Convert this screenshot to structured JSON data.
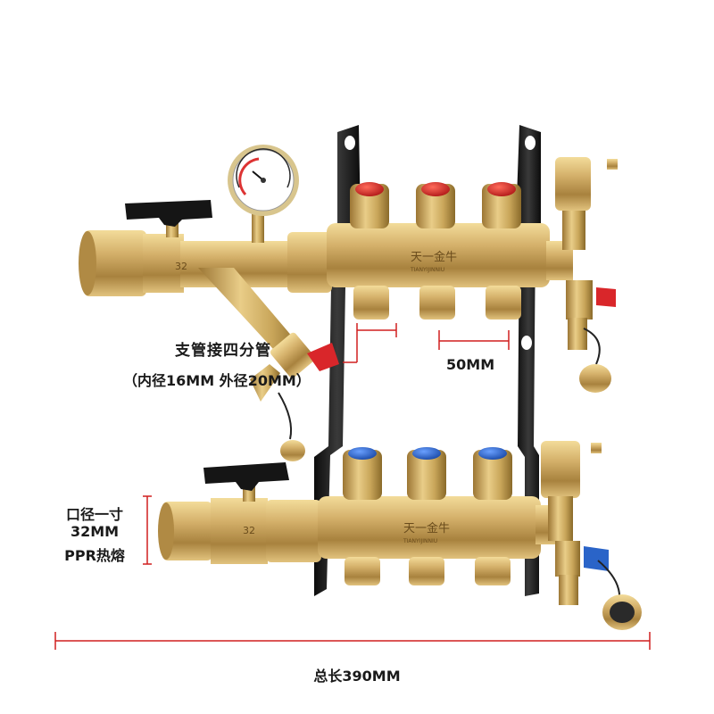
{
  "annotations": {
    "branch_title": "支管接四分管",
    "branch_detail": "（内径16MM 外径20MM）",
    "spacing": "50MM",
    "inlet_line1": "口径一寸",
    "inlet_line2": "32MM",
    "inlet_line3": "PPR热熔",
    "total_length": "总长390MM"
  },
  "markings": {
    "brand_cn": "天一金牛",
    "brand_pinyin": "TIANYIJINNIU",
    "size_mark": "32"
  },
  "colors": {
    "brass": "#c9a65a",
    "brass_dark": "#8a6a2a",
    "bracket": "#1c1c1c",
    "red_cap": "#d42a2a",
    "blue_cap": "#2a64c8",
    "dimension_red": "#d11f1f"
  }
}
